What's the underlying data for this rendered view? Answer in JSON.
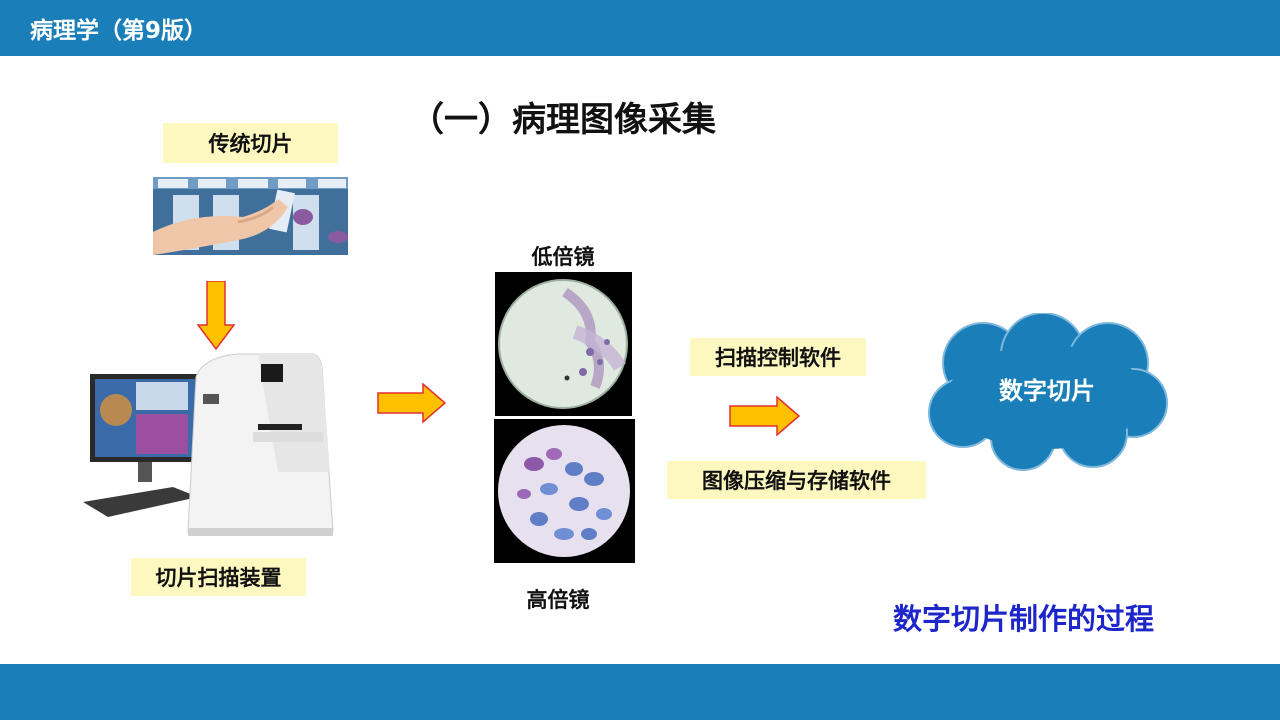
{
  "header": {
    "title": "病理学（第9版）"
  },
  "section": {
    "title": "（一）病理图像采集"
  },
  "labels": {
    "traditional_slide": "传统切片",
    "scanner": "切片扫描装置",
    "low_mag": "低倍镜",
    "high_mag": "高倍镜",
    "scan_control": "扫描控制软件",
    "compress_store": "图像压缩与存储软件",
    "digital_slide": "数字切片",
    "process_caption": "数字切片制作的过程"
  },
  "colors": {
    "bar": "#1a7fb8",
    "label_bg": "#fdf7c0",
    "arrow_fill": "#ffc000",
    "arrow_stroke": "#e03030",
    "cloud": "#1a7fb8",
    "caption": "#1d27c9"
  }
}
